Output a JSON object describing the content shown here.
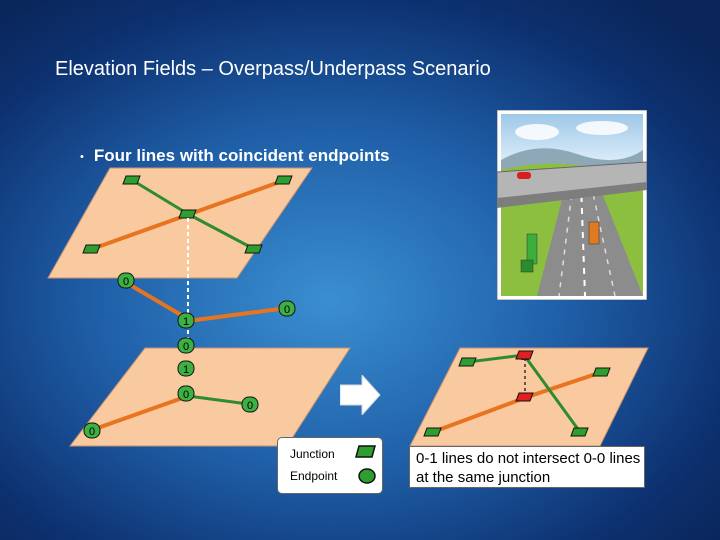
{
  "slide": {
    "title": "Elevation Fields – Overpass/Underpass Scenario",
    "bullet": "Four lines with coincident endpoints"
  },
  "labels": {
    "upper_left": "0",
    "upper_right": "0",
    "upper_center": "1",
    "mid_a": "0",
    "mid_b": "1",
    "lower_center": "0",
    "lower_right": "0",
    "lower_left": "0"
  },
  "legend": {
    "junction": "Junction",
    "endpoint": "Endpoint"
  },
  "note": "0-1 lines do not intersect 0-0 lines at the same junction",
  "colors": {
    "plane": "#f9c9a0",
    "orange_line": "#e8741f",
    "green_line": "#2e8b2e",
    "junction_fill": "#2e9e2e",
    "junction_red": "#e02020",
    "label_fill": "#3cb043"
  },
  "icons": [
    "bullet-dot",
    "right-arrow-icon",
    "overpass-clipart"
  ]
}
